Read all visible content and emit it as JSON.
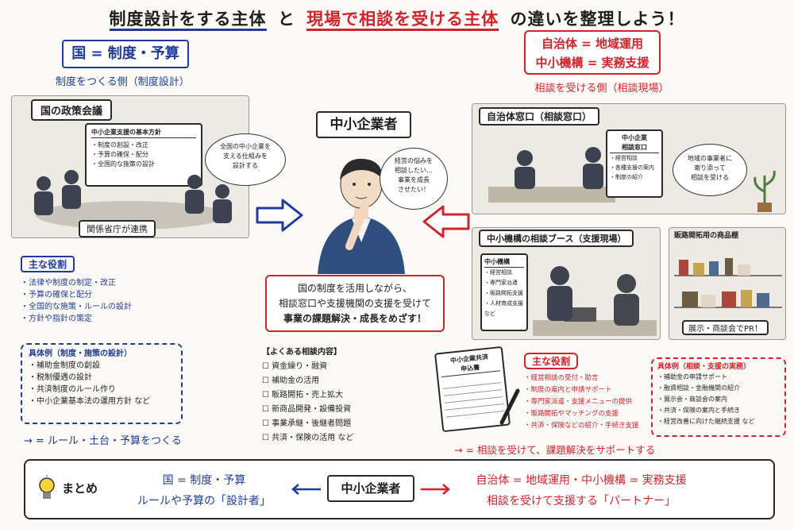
{
  "title": {
    "prefix": "制度設計をする主体",
    "mid1": "と",
    "emph": "現場で相談を受ける主体",
    "suffix": "の違いを整理しよう！"
  },
  "left": {
    "header": "国 = 制度・予算",
    "subheader": "制度をつくる側（制度設計）",
    "meeting_label": "国の政策会議",
    "board_title": "中小企業支援の基本方針",
    "board_items": [
      "・制度の創設・改正",
      "・予算の確保・配分",
      "・全国的な施策の設計"
    ],
    "bubble": [
      "全国の中小企業を",
      "支える仕組みを",
      "設計する"
    ],
    "ministry_label": "関係省庁が連携",
    "roles_title": "主な役割",
    "roles": [
      "法律や制度の制定・改正",
      "予算の確保と配分",
      "全国的な施策・ルールの設計",
      "方針や指針の策定"
    ],
    "examples_title": "具体例（制度・施策の設計）",
    "examples": [
      "補助金制度の創設",
      "税制優遇の設計",
      "共済制度のルール作り",
      "中小企業基本法の運用方針 など"
    ],
    "conclusion": "→ = ルール・土台・予算をつくる"
  },
  "center": {
    "label": "中小企業者",
    "bubble": [
      "経営の悩みを",
      "相談したい…",
      "事業を成長",
      "させたい！"
    ],
    "message": [
      "国の制度を活用しながら、",
      "相談窓口や支援機関の支援を受けて",
      "事業の課題解決・成長をめざす！"
    ],
    "consult_title": "【よくある相談内容】",
    "consult_items": [
      "資金繰り・融資",
      "補助金の活用",
      "販路開拓・売上拡大",
      "新商品開発・設備投資",
      "事業承継・後継者問題",
      "共済・保険の活用 など"
    ]
  },
  "right": {
    "header_line1": "自治体 = 地域運用",
    "header_line2": "中小機構 = 実務支援",
    "subheader": "相談を受ける側（相談現場）",
    "window_label": "自治体窓口（相談窓口）",
    "window_sign": [
      "中小企業",
      "相談窓口"
    ],
    "window_sign_items": [
      "・経営相談",
      "・各種支援の案内",
      "・制度の紹介"
    ],
    "window_bubble": [
      "地域の事業者に",
      "寄り添って",
      "相談を受ける"
    ],
    "booth_label": "中小機構の相談ブース（支援現場）",
    "booth_sign_title": "中小機構",
    "booth_sign_items": [
      "・経営相談",
      "・専門家派遣",
      "・販路開拓支援",
      "・人材育成支援",
      "など"
    ],
    "shelf_title": "販路開拓用の商品棚",
    "shelf_note": "展示・商談会でPR！",
    "form_title": [
      "中小企業共済",
      "申込書"
    ],
    "roles_title": "主な役割",
    "roles": [
      "経営相談の受付・助言",
      "制度の案内と申請サポート",
      "専門家派遣・支援メニューの提供",
      "販路開拓やマッチングの支援",
      "共済・保険などの紹介・手続き支援"
    ],
    "examples_title": "具体例（相談・支援の実務）",
    "examples": [
      "補助金の申請サポート",
      "融資相談・金融機関の紹介",
      "展示会・商談会の案内",
      "共済・保険の案内と手続き",
      "経営改善に向けた継続支援 など"
    ],
    "conclusion": "→ = 相談を受けて、課題解決をサポートする"
  },
  "summary": {
    "label": "まとめ",
    "left_line1": "国 = 制度・予算",
    "left_line2": "ルールや予算の「設計者」",
    "center": "中小企業者",
    "right_line1": "自治体 = 地域運用・中小機構 = 実務支援",
    "right_line2": "相談を受けて支援する「パートナー」"
  },
  "colors": {
    "blue": "#1f3c9c",
    "red": "#d3222a"
  }
}
